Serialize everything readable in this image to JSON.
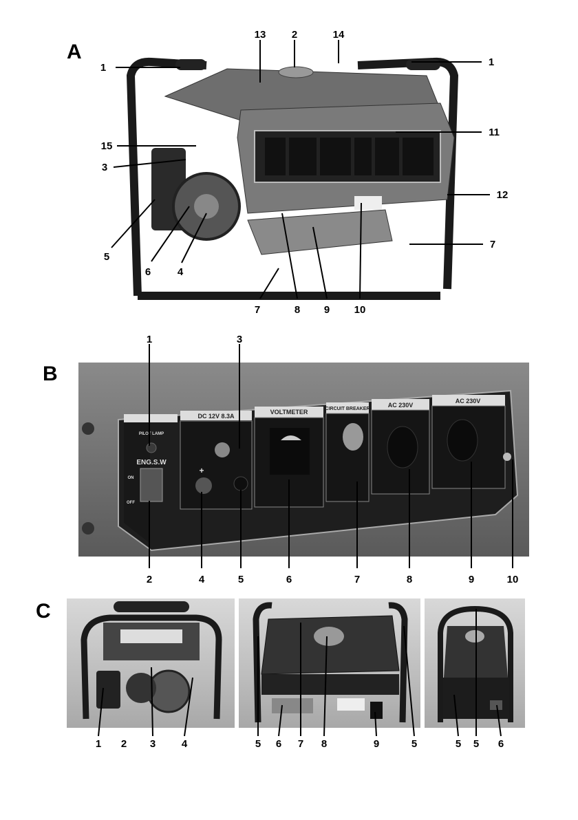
{
  "sections": {
    "a": "A",
    "b": "B",
    "c": "C"
  },
  "figure_a": {
    "labels": [
      "1",
      "13",
      "2",
      "14",
      "1",
      "11",
      "15",
      "3",
      "12",
      "5",
      "7",
      "6",
      "4",
      "7",
      "8",
      "9",
      "10"
    ]
  },
  "figure_b": {
    "labels": [
      "1",
      "3",
      "2",
      "4",
      "5",
      "6",
      "7",
      "8",
      "9",
      "10"
    ],
    "panel": {
      "pilot_lamp": "PILOT LAMP",
      "eng_sw": "ENG.S.W",
      "on": "ON",
      "off": "OFF",
      "dc": "DC 12V 8.3A",
      "voltmeter": "VOLTMETER",
      "circuit_breaker": "CIRCUIT BREAKER",
      "ac1": "AC 230V",
      "ac2": "AC 230V"
    }
  },
  "figure_c": {
    "labels": [
      "1",
      "2",
      "3",
      "4",
      "5",
      "6",
      "7",
      "8",
      "9",
      "5",
      "5",
      "5",
      "6"
    ]
  }
}
